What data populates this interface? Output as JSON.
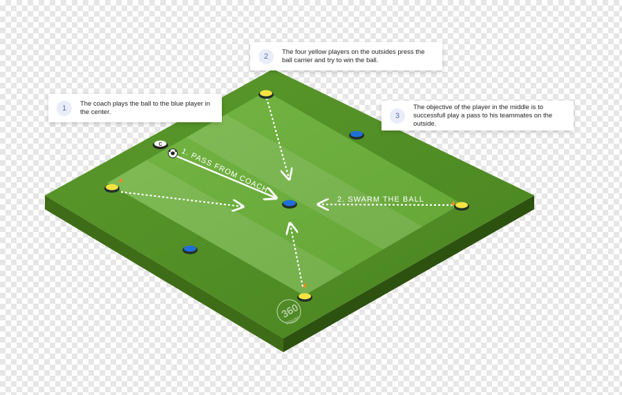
{
  "callouts": [
    {
      "number": "1",
      "text": "The coach plays the ball to the blue player in the center."
    },
    {
      "number": "2",
      "text": "The four yellow players on the outsides press the ball carrier and try to win the ball."
    },
    {
      "number": "3",
      "text": "The objective of the player in the middle is to successfull play a pass to his teammates on the outside."
    }
  ],
  "drill_labels": {
    "pass": "1. PASS FROM COACH",
    "swarm": "2. SWARM THE BALL"
  },
  "coach_marker": "C",
  "logo": {
    "text": "360",
    "subtext": "Player"
  },
  "colors": {
    "field_dark": "#4d8a23",
    "field_light": "#6aac37",
    "side_left": "#3f6d17",
    "side_right": "#2f5410",
    "yellow_player": "#f5e342",
    "blue_player": "#1f6fd6",
    "cone": "#f08a24"
  }
}
